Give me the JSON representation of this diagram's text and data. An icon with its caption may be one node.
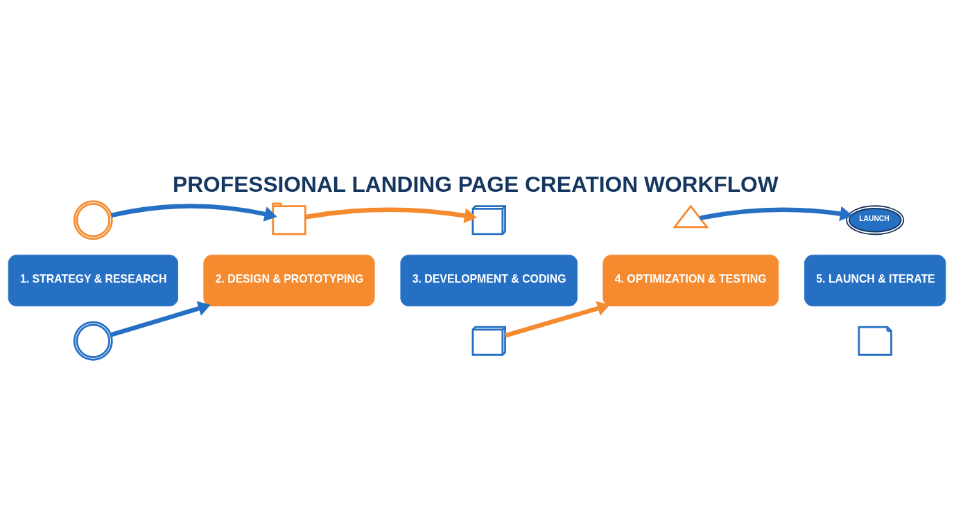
{
  "diagram": {
    "title": "PROFESSIONAL LANDING PAGE CREATION WORKFLOW",
    "nodes": [
      {
        "text": [
          "1. STRATEGY & RESEARCH"
        ]
      },
      {
        "text": [
          "2. DESIGN & PROTOTYPING"
        ]
      },
      {
        "text": [
          "3. DEVELOPMENT & CODING"
        ]
      },
      {
        "text": [
          "4. OPTIMIZATION & TESTING"
        ]
      },
      {
        "text": [
          "5. LAUNCH & ITERATE"
        ]
      },
      {
        "text": [],
        "shape": "picture"
      },
      {
        "text": [],
        "shape": "picture"
      },
      {
        "text": [],
        "shape": "picture"
      },
      {
        "text": [],
        "shape": "picture"
      },
      {
        "text": [
          "LAUNCH"
        ]
      },
      {
        "text": [],
        "shape": "picture"
      },
      {
        "text": [],
        "shape": "picture"
      },
      {
        "text": [],
        "shape": "picture"
      }
    ],
    "edges": [
      {
        "from": 5,
        "to": 6,
        "arrow": "to"
      },
      {
        "from": 6,
        "to": 7,
        "arrow": "to",
        "color": "#f58a2e"
      },
      {
        "from": 8,
        "to": 9,
        "arrow": "to"
      },
      {
        "from": 10,
        "to": 1,
        "arrow": "to"
      },
      {
        "from": 11,
        "to": 3,
        "arrow": "to",
        "color": "#f58a2e"
      }
    ]
  }
}
